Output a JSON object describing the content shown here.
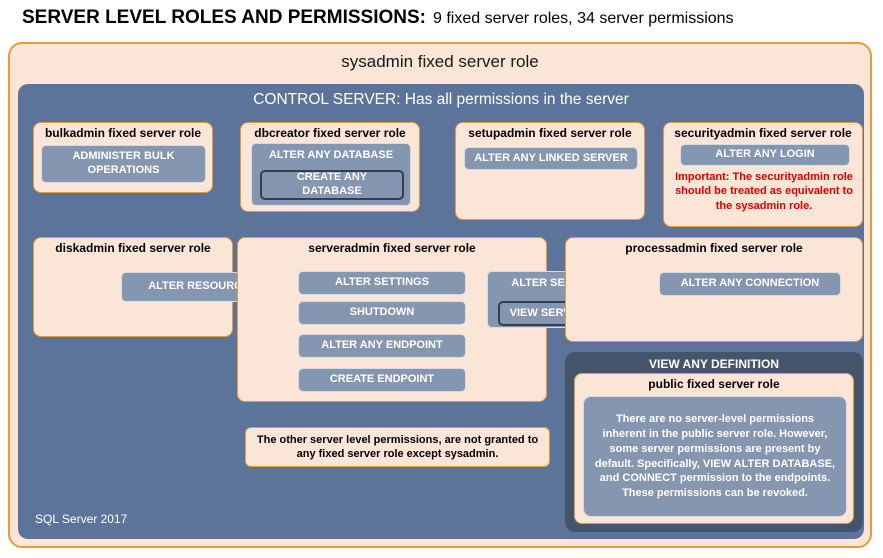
{
  "header": {
    "title_strong": "SERVER LEVEL ROLES AND PERMISSIONS:",
    "title_rest": "9 fixed server roles, 34 server permissions"
  },
  "sysadmin": {
    "title": "sysadmin fixed server role",
    "footer": "SQL Server 2017"
  },
  "control_server": {
    "title": "CONTROL SERVER: Has all permissions in the server"
  },
  "roles": {
    "bulkadmin": {
      "title": "bulkadmin fixed server role",
      "perm": "ADMINISTER BULK OPERATIONS"
    },
    "dbcreator": {
      "title": "dbcreator fixed server role",
      "outer_perm": "ALTER ANY DATABASE",
      "inner_perm": "CREATE ANY DATABASE"
    },
    "setupadmin": {
      "title": "setupadmin fixed server role",
      "perm": "ALTER ANY LINKED SERVER"
    },
    "securityadmin": {
      "title": "securityadmin fixed server role",
      "perm": "ALTER ANY LOGIN",
      "warning": "Important: The securityadmin role should be treated as equivalent to the sysadmin role."
    },
    "diskadmin": {
      "title": "diskadmin fixed server role",
      "perm": "ALTER RESOURCES"
    },
    "serveradmin": {
      "title": "serveradmin fixed server role",
      "perms": [
        "ALTER SETTINGS",
        "SHUTDOWN",
        "ALTER ANY ENDPOINT",
        "CREATE ENDPOINT"
      ],
      "outer_perm": "ALTER SERVER STATE",
      "inner_perm": "VIEW SERVER STATE"
    },
    "processadmin": {
      "title": "processadmin fixed server role",
      "perm": "ALTER ANY CONNECTION"
    },
    "public": {
      "title": "public fixed server role",
      "text": "There are no server-level permissions inherent in the public server role. However, some server permissions are present by default. Specifically, VIEW ALTER DATABASE, and CONNECT permission to the endpoints. These permissions can be revoked."
    }
  },
  "view_any_definition": {
    "title": "VIEW ANY DEFINITION"
  },
  "notes": {
    "other_permissions": "The other server level permissions, are not granted to any fixed server role except sysadmin."
  },
  "colors": {
    "peach_fill": "#FBE5D6",
    "orange_border": "#E49C3F",
    "slate_blue": "#5C7499",
    "button_fill": "#8496B0",
    "button_border": "#D5DCE4",
    "dark_border": "#333F50",
    "dark_panel": "#44546A",
    "warning_red": "#E10000"
  }
}
